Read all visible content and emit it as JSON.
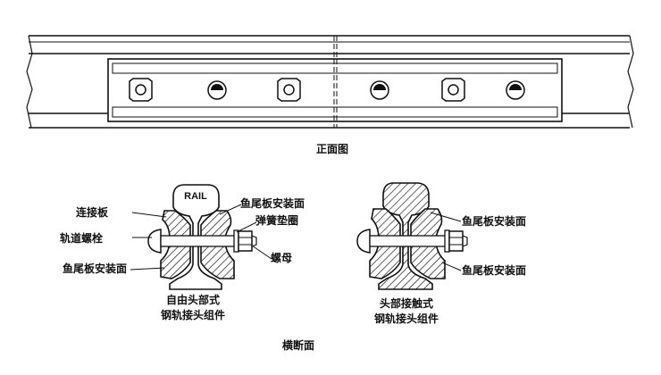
{
  "front_view": {
    "caption": "正面图"
  },
  "cross_section": {
    "caption": "横断面",
    "left_joint": {
      "rail_label": "RAIL",
      "caption_line1": "自由头部式",
      "caption_line2": "钢轨接头组件",
      "labels": {
        "connecting_plate": "连接板",
        "track_bolt": "轨道螺栓",
        "fishplate_face_bottom": "鱼尾板安装面",
        "fishplate_face_top": "鱼尾板安装面",
        "spring_washer": "弹簧垫圈",
        "nut": "螺母"
      }
    },
    "right_joint": {
      "caption_line1": "头部接触式",
      "caption_line2": "钢轨接头组件",
      "labels": {
        "fishplate_face_top": "鱼尾板安装面",
        "fishplate_face_bottom": "鱼尾板安装面"
      }
    }
  }
}
